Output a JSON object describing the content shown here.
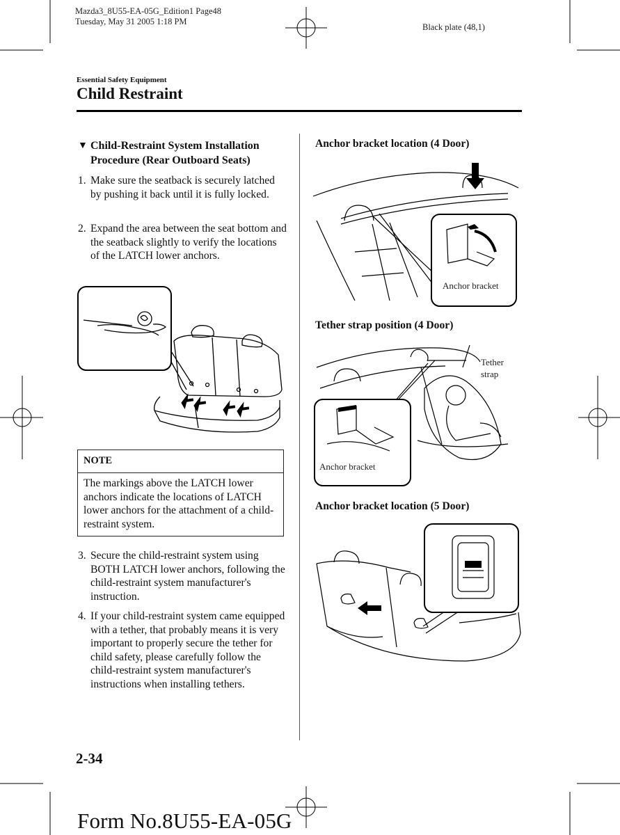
{
  "print_header": {
    "line1": "Mazda3_8U55-EA-05G_Edition1 Page48",
    "line2": "Tuesday, May 31 2005 1:18 PM",
    "plate": "Black plate (48,1)"
  },
  "section": {
    "tag": "Essential Safety Equipment",
    "title": "Child Restraint"
  },
  "left_column": {
    "subheading": "Child-Restraint System Installation Procedure (Rear Outboard Seats)",
    "subheading_marker": "▼",
    "steps_a": [
      {
        "num": "1.",
        "text": "Make sure the seatback is securely latched by pushing it back until it is fully locked."
      },
      {
        "num": "2.",
        "text": "Expand the area between the seat bottom and the seatback slightly to verify the locations of the LATCH lower anchors."
      }
    ],
    "note": {
      "title": "NOTE",
      "body": "The markings above the LATCH lower anchors indicate the locations of LATCH lower anchors for the attachment of a child-restraint system."
    },
    "steps_b": [
      {
        "num": "3.",
        "text": "Secure the child-restraint system using BOTH LATCH lower anchors, following the child-restraint system manufacturer's instruction."
      },
      {
        "num": "4.",
        "text": "If your child-restraint system came equipped with a tether, that probably means it is very important to properly secure the tether for child safety, please carefully follow the child-restraint system manufacturer's instructions when installing tethers."
      }
    ]
  },
  "right_column": {
    "fig1": {
      "caption": "Anchor bracket location (4 Door)",
      "callout": "Anchor bracket"
    },
    "fig2": {
      "caption": "Tether strap position (4 Door)",
      "callout_tether": "Tether strap",
      "callout_anchor": "Anchor bracket"
    },
    "fig3": {
      "caption": "Anchor bracket location (5 Door)"
    }
  },
  "page_number": "2-34",
  "form_number": "Form No.8U55-EA-05G"
}
